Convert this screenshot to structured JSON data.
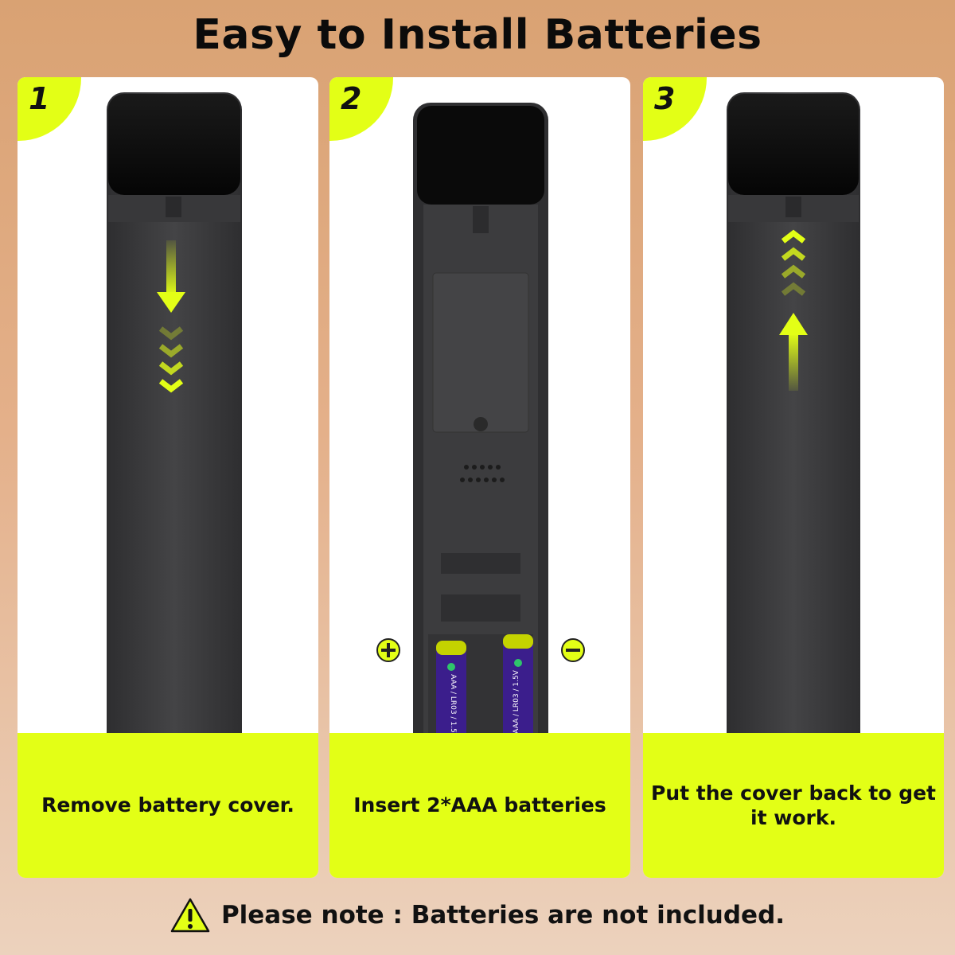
{
  "title": "Easy to Install Batteries",
  "steps": [
    {
      "number": "1",
      "caption": "Remove battery cover."
    },
    {
      "number": "2",
      "caption": "Insert 2*AAA batteries"
    },
    {
      "number": "3",
      "caption": "Put the cover back to get it work."
    }
  ],
  "battery_label": "AAA / LR03 / 1.5V",
  "polarity": {
    "plus": "+",
    "minus": "−"
  },
  "note": "Please note : Batteries are not included.",
  "icons": [
    "arrow-down-icon",
    "chevrons-down-icon",
    "arrow-up-icon",
    "chevrons-up-icon",
    "plus-icon",
    "minus-icon",
    "warning-icon"
  ],
  "colors": {
    "accent": "#e3ff16",
    "remote": "#3a3a3c",
    "battery": "#3b1e8c"
  }
}
